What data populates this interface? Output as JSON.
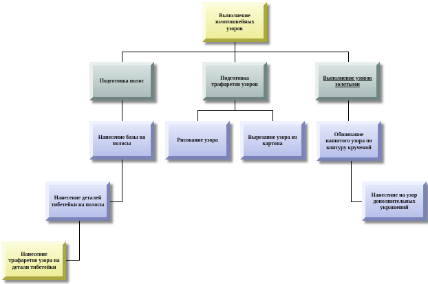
{
  "nodes": {
    "root": {
      "text": "Выполнение золотошвейных узоров"
    },
    "prep_cloth": {
      "text": "Подготовка полос"
    },
    "prep_stencils": {
      "text": "Подготовка трафаретов узоров"
    },
    "gold_embroidery": {
      "text": "Выполнение узоров золотыми"
    },
    "base_on_cloth": {
      "text": "Нанесение базы на полосы"
    },
    "draw_pattern": {
      "text": "Рисование узора"
    },
    "cut_cardboard": {
      "text": "Вырезание узора из картона"
    },
    "fill_pattern": {
      "text": "Обшивание нашитого узора по контуру крученой"
    },
    "detail_parts": {
      "text": "Нанесение деталей тибетейки на полосы"
    },
    "extra_decor": {
      "text": "Нанесение на узор дополнительных украшений"
    },
    "stencil_transfer": {
      "text": "Нанесение трафаретов узора на детали тибетейки"
    }
  }
}
